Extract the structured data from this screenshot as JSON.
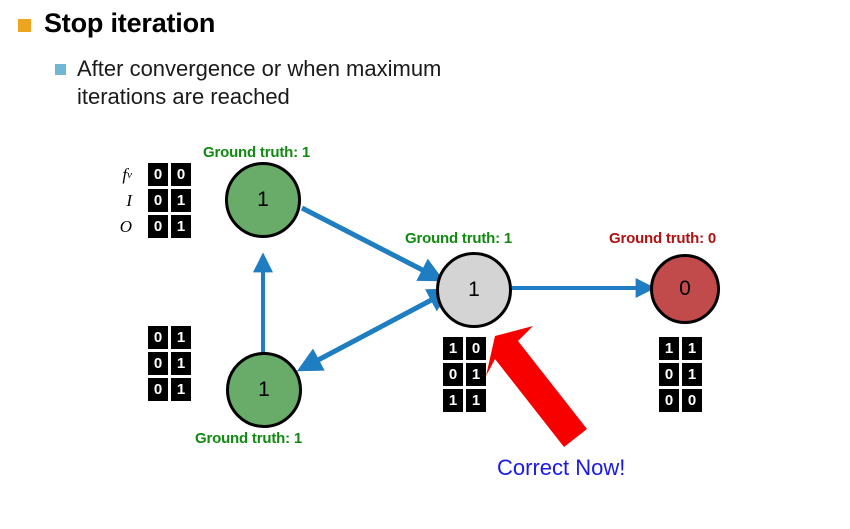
{
  "slide": {
    "title": "Stop iteration",
    "subtitle": "After convergence or when maximum iterations are reached"
  },
  "colors": {
    "bullet_level1": "#eda41e",
    "bullet_level2": "#72b5d4",
    "node_green": "#69ab69",
    "node_gray": "#d4d4d4",
    "node_red": "#c14a4a",
    "edge_blue": "#1f7ec2",
    "gt_green": "#108a10",
    "gt_red": "#b01212",
    "callout_red": "#f90000",
    "callout_blue": "#1a1ae6"
  },
  "diagram": {
    "row_labels": [
      "f",
      "I",
      "O"
    ],
    "row_label_subscript": "v",
    "nodes": [
      {
        "id": "top-left",
        "value": "1",
        "color": "green",
        "ground_truth": "Ground truth: 1"
      },
      {
        "id": "bottom-left",
        "value": "1",
        "color": "green",
        "ground_truth": "Ground truth: 1"
      },
      {
        "id": "middle",
        "value": "1",
        "color": "gray",
        "ground_truth": "Ground truth: 1"
      },
      {
        "id": "right",
        "value": "0",
        "color": "red",
        "ground_truth": "Ground truth: 0"
      }
    ],
    "matrices": [
      {
        "id": "top-left-matrix",
        "rows": [
          [
            "0",
            "0"
          ],
          [
            "0",
            "1"
          ],
          [
            "0",
            "1"
          ]
        ]
      },
      {
        "id": "bottom-left-matrix",
        "rows": [
          [
            "0",
            "1"
          ],
          [
            "0",
            "1"
          ],
          [
            "0",
            "1"
          ]
        ]
      },
      {
        "id": "middle-matrix",
        "rows": [
          [
            "1",
            "0"
          ],
          [
            "0",
            "1"
          ],
          [
            "1",
            "1"
          ]
        ]
      },
      {
        "id": "right-matrix",
        "rows": [
          [
            "1",
            "1"
          ],
          [
            "0",
            "1"
          ],
          [
            "0",
            "0"
          ]
        ]
      }
    ],
    "callout": {
      "label": "Correct Now!"
    }
  }
}
